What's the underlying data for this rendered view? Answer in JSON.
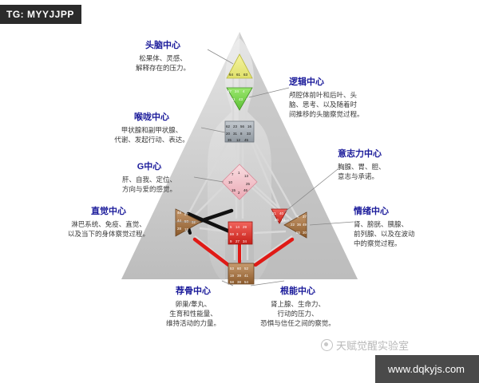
{
  "badges": {
    "tg": "TG: MYYJJPP",
    "url": "www.dqkyjs.com",
    "watermark": "天赋觉醒实验室"
  },
  "diagram": {
    "title_hidden": "",
    "labels": [
      {
        "id": "head-center",
        "title": "头脑中心",
        "body": "松果体、灵感、\n解释存在的压力。"
      },
      {
        "id": "logic-center",
        "title": "逻辑中心",
        "body": "颅腔体前叶和后叶、头\n脑、思考、以及随着时\n间推移的头脑察觉过程。"
      },
      {
        "id": "throat-center",
        "title": "喉咙中心",
        "body": "甲状腺和副甲状腺、\n代谢、发起行动、表达。"
      },
      {
        "id": "g-center",
        "title": "G中心",
        "body": "肝、自我、定位、\n方向与爱的感觉。"
      },
      {
        "id": "will-center",
        "title": "意志力中心",
        "body": "胸腺、胃、胆、\n意志与承诺。"
      },
      {
        "id": "intuition-center",
        "title": "直觉中心",
        "body": "淋巴系统、免疫、直觉、\n以及当下的身体察觉过程。"
      },
      {
        "id": "emotion-center",
        "title": "情绪中心",
        "body": "肾、膀胱、胰腺、\n前列腺、以及在波动\n中的察觉过程。"
      },
      {
        "id": "sacral-center",
        "title": "荐骨中心",
        "body": "卵巢/睾丸、\n生育和性能量、\n维持活动的力量。"
      },
      {
        "id": "root-center",
        "title": "根能中心",
        "body": "肾上腺、生命力、\n行动的压力、\n恐惧与信任之间的察觉。"
      }
    ],
    "gate_numbers": {
      "head": [
        "64",
        "61",
        "63"
      ],
      "ajna": [
        "47",
        "24",
        "4",
        "11",
        "43",
        "17"
      ],
      "throat": [
        "62",
        "23",
        "56",
        "16",
        "20",
        "31",
        "8",
        "33",
        "35",
        "12",
        "45"
      ],
      "g": [
        "7",
        "1",
        "13",
        "10",
        "25",
        "15",
        "2",
        "46"
      ],
      "heart": [
        "21",
        "40",
        "26",
        "51"
      ],
      "spleen": [
        "48",
        "57",
        "44",
        "50",
        "32",
        "28",
        "18"
      ],
      "solar": [
        "6",
        "37",
        "22",
        "36",
        "49",
        "55",
        "30"
      ],
      "sacral": [
        "5",
        "14",
        "29",
        "59",
        "3",
        "42",
        "9",
        "27",
        "34"
      ],
      "root": [
        "53",
        "60",
        "52",
        "19",
        "39",
        "41",
        "58",
        "38",
        "54"
      ]
    },
    "colors": {
      "head": "#f2f08a",
      "ajna": "#7ed957",
      "throat": "#a9b0b8",
      "g": "#f3c1c8",
      "heart": "#e8413a",
      "spleen": "#8b4a2b",
      "solar": "#8b4a2b",
      "sacral": "#c8102e",
      "root": "#8b4a2b",
      "pyramid": "#c9c9c9",
      "leader_line": "#8a8a8a"
    }
  }
}
